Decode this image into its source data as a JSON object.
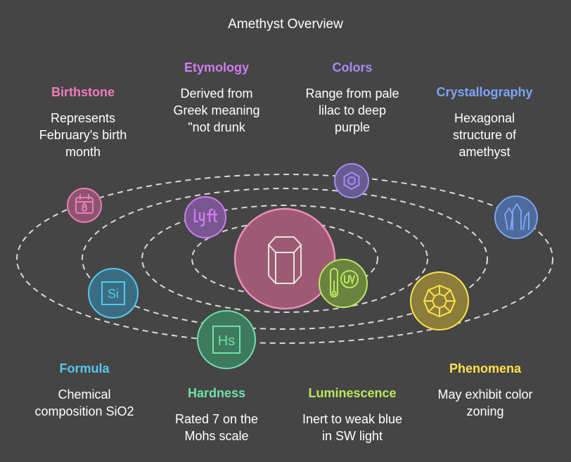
{
  "title": "Amethyst Overview",
  "colors": {
    "background": "#454545",
    "orbit": "#d9d9d9",
    "center_fill": "#9e5a73",
    "center_stroke": "#f08cc0"
  },
  "center": {
    "icon": "hexagonal-prism-icon"
  },
  "items": [
    {
      "key": "birthstone",
      "title": "Birthstone",
      "desc": [
        "Represents",
        "February's birth",
        "month"
      ],
      "color": "#f27ab9",
      "fill": "#8a5570",
      "icon": "calendar-icon"
    },
    {
      "key": "etymology",
      "title": "Etymology",
      "desc": [
        "Derived from",
        "Greek meaning",
        "\"not drunk"
      ],
      "color": "#cc7df2",
      "fill": "#7a5690",
      "icon": "lyft-logo-icon"
    },
    {
      "key": "colors",
      "title": "Colors",
      "desc": [
        "Range from pale",
        "lilac to deep",
        "purple"
      ],
      "color": "#a88bf7",
      "fill": "#675c8f",
      "icon": "hex-nut-icon"
    },
    {
      "key": "crystallography",
      "title": "Crystallography",
      "desc": [
        "Hexagonal",
        "structure of",
        "amethyst"
      ],
      "color": "#7aa5f7",
      "fill": "#4d6a9a",
      "icon": "crystal-cluster-icon"
    },
    {
      "key": "formula",
      "title": "Formula",
      "desc": [
        "Chemical",
        "composition SiO2"
      ],
      "color": "#54c8f0",
      "fill": "#3a6d82",
      "icon": "silicon-element-icon"
    },
    {
      "key": "hardness",
      "title": "Hardness",
      "desc": [
        "Rated 7 on the",
        "Mohs scale"
      ],
      "color": "#6fe0a8",
      "fill": "#3d7a5e",
      "icon": "hassium-element-icon"
    },
    {
      "key": "luminescence",
      "title": "Luminescence",
      "desc": [
        "Inert to weak blue",
        "in SW light"
      ],
      "color": "#b9e85c",
      "fill": "#6a8340",
      "icon": "uv-thermometer-icon"
    },
    {
      "key": "phenomena",
      "title": "Phenomena",
      "desc": [
        "May exhibit color",
        "zoning"
      ],
      "color": "#ffe14a",
      "fill": "#8c7d3a",
      "icon": "octagon-web-icon"
    }
  ]
}
